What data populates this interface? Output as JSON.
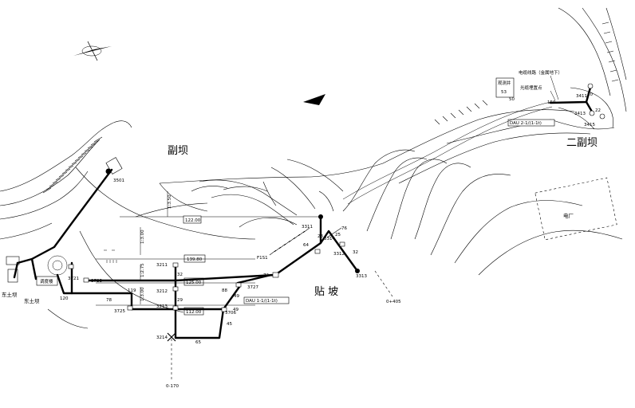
{
  "labels": {
    "fuba": "副坝",
    "tiepo": "贴 坡",
    "erfuba": "二副坝",
    "tudiba1": "东土坝",
    "tudiba2": "东土坝",
    "diangong_room": "电厂",
    "guanliang_box": "调度楼",
    "guancejia": "观测井",
    "dianlan": "电缆线路（金属地下）",
    "gaoya": "光缆埋置点",
    "dau1": "DAU 1-1/(1-1t)",
    "dau2": "DAU 2-1/(1-1t)",
    "elev1": "122.00",
    "elev2": "139.80",
    "elev3": "125.00",
    "elev4": "112.00",
    "slope1": "1:3.50",
    "slope2": "1:3.00",
    "slope3": "1:2.75",
    "slope4": "1:3.00",
    "axis1": "0+405",
    "axis2": "0-170"
  },
  "stations": [
    {
      "id": "3501"
    },
    {
      "id": "3721"
    },
    {
      "id": "3723"
    },
    {
      "id": "3725"
    },
    {
      "id": "3211"
    },
    {
      "id": "3212"
    },
    {
      "id": "3213"
    },
    {
      "id": "3214"
    },
    {
      "id": "3727"
    },
    {
      "id": "3706"
    },
    {
      "id": "3311"
    },
    {
      "id": "3312"
    },
    {
      "id": "3313"
    },
    {
      "id": "3314"
    },
    {
      "id": "3411"
    },
    {
      "id": "3413"
    },
    {
      "id": "3415"
    },
    {
      "id": "F1S1"
    }
  ],
  "cable_lengths": [
    "120",
    "78",
    "119",
    "32",
    "29",
    "49",
    "65",
    "45",
    "49",
    "88",
    "72",
    "64",
    "23",
    "25",
    "32",
    "76",
    "20",
    "22",
    "50",
    "150"
  ],
  "icons": {
    "north_arrow": "north-arrow-icon",
    "flow_arrow": "flow-direction-icon"
  }
}
